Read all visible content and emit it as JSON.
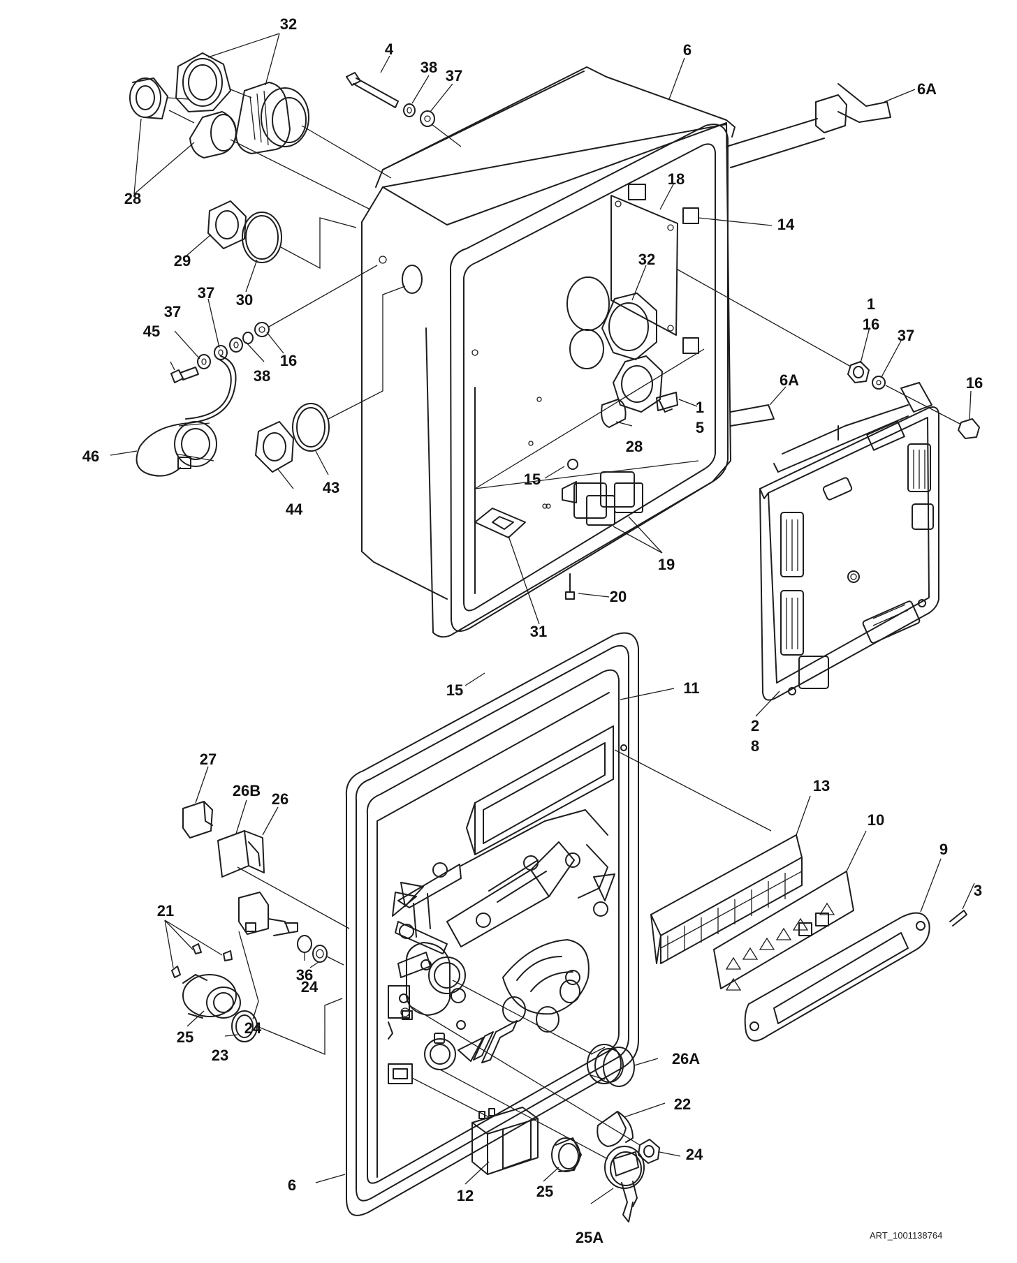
{
  "callouts": {
    "c32_top": "32",
    "c4": "4",
    "c38_top": "38",
    "c37_top": "37",
    "c6_top": "6",
    "c6a_top": "6A",
    "c28_top": "28",
    "c18": "18",
    "c14": "14",
    "c29": "29",
    "c30": "30",
    "c32_mid": "32",
    "c37_left_a": "37",
    "c37_left_b": "37",
    "c45": "45",
    "c38_left": "38",
    "c16_left": "16",
    "c1_right": "1",
    "c16_right_a": "16",
    "c37_right": "37",
    "c16_right_b": "16",
    "c6a_mid": "6A",
    "c1_mid": "1",
    "c5": "5",
    "c28_mid": "28",
    "c46": "46",
    "c43": "43",
    "c44": "44",
    "c15_mid": "15",
    "c19": "19",
    "c20": "20",
    "c31": "31",
    "c15_low": "15",
    "c11": "11",
    "c2": "2",
    "c8": "8",
    "c27": "27",
    "c26b": "26B",
    "c26": "26",
    "c13": "13",
    "c10": "10",
    "c9": "9",
    "c3": "3",
    "c21": "21",
    "c24_left": "24",
    "c36": "36",
    "c24_mid": "24",
    "c25_left": "25",
    "c23": "23",
    "c26a": "26A",
    "c22": "22",
    "c24_right": "24",
    "c6_bottom": "6",
    "c12": "12",
    "c25_mid": "25",
    "c25a": "25A"
  },
  "art_id": "ART_1001138764"
}
